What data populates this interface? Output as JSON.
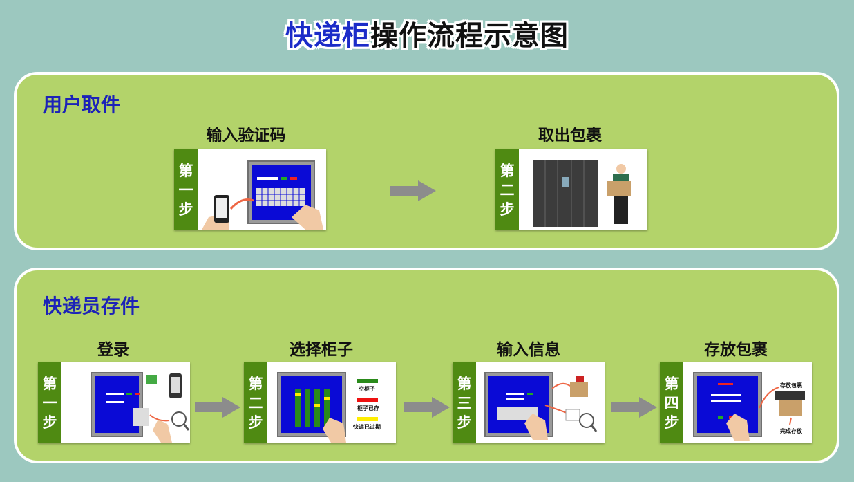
{
  "title": {
    "part1": "快递柜",
    "part2": "操作流程示意图"
  },
  "sections": [
    {
      "heading": "用户取件",
      "steps": [
        {
          "title": "输入验证码",
          "tab": [
            "第",
            "一",
            "步"
          ]
        },
        {
          "title": "取出包裹",
          "tab": [
            "第",
            "二",
            "步"
          ]
        }
      ]
    },
    {
      "heading": "快递员存件",
      "steps": [
        {
          "title": "登录",
          "tab": [
            "第",
            "一",
            "步"
          ]
        },
        {
          "title": "选择柜子",
          "tab": [
            "第",
            "二",
            "步"
          ],
          "legend": [
            "空柜子",
            "柜子已存",
            "快递已过期"
          ]
        },
        {
          "title": "输入信息",
          "tab": [
            "第",
            "三",
            "步"
          ]
        },
        {
          "title": "存放包裹",
          "tab": [
            "第",
            "四",
            "步"
          ],
          "notes": [
            "存放包裹",
            "完成存放"
          ]
        }
      ]
    }
  ],
  "colors": {
    "background": "#9cc8bf",
    "panel": "#b3d36a",
    "tab": "#4f8a12",
    "heading": "#1c22b8",
    "screen": "#0a0ad6",
    "arrow": "#8c8c8c",
    "legend": [
      "#2a8a1a",
      "#ee1111",
      "#ffee00"
    ]
  }
}
